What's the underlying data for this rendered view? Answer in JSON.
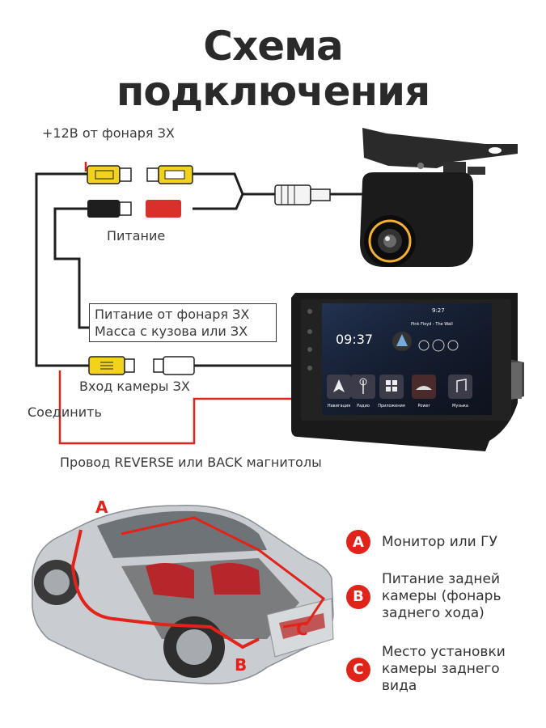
{
  "title": {
    "line1": "Схема",
    "line2": "подключения"
  },
  "labels": {
    "power_12v": "+12В от фонаря ЗХ",
    "power": "Питание",
    "box_line1": "Питание от фонаря ЗХ",
    "box_line2": "Масса с кузова или ЗХ",
    "camera_input": "Вход камеры ЗХ",
    "connect": "Соединить",
    "reverse_wire": "Провод REVERSE или BACK магнитолы"
  },
  "screen": {
    "time": "09:37",
    "status_time": "9:27",
    "track": "Pink Floyd - The Wall",
    "apps": [
      "Навигация",
      "Радио",
      "Приложения",
      "Power",
      "Музыка"
    ]
  },
  "car_markers": {
    "a": "A",
    "b": "B",
    "c": "C"
  },
  "legend": [
    {
      "letter": "A",
      "text": "Монитор или ГУ"
    },
    {
      "letter": "B",
      "text": "Питание задней камеры (фонарь заднего хода)"
    },
    {
      "letter": "C",
      "text": "Место установки камеры заднего вида"
    }
  ],
  "colors": {
    "accent": "#e2231a",
    "wire": "#1e1e1e",
    "rca_yellow": "#f2d21b",
    "rca_red": "#d9302a"
  }
}
